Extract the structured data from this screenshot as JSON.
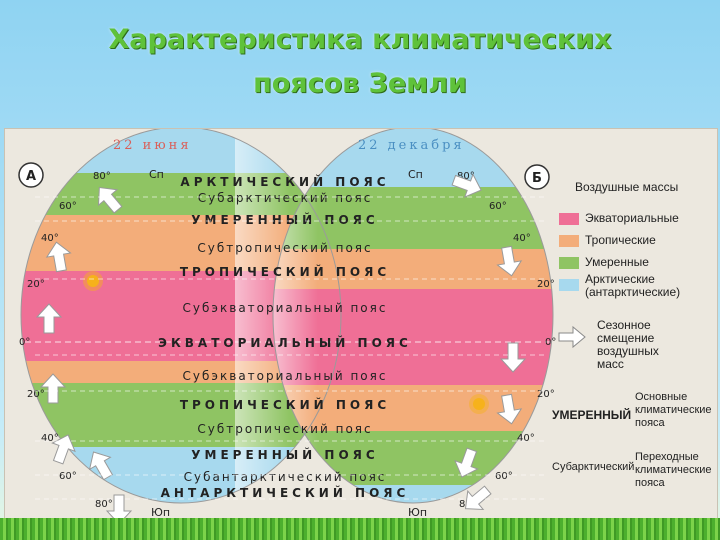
{
  "title": {
    "line1": "Характеристика климатических",
    "line2": "поясов Земли"
  },
  "dates": {
    "left": "22 июня",
    "right": "22 декабря"
  },
  "hemisphere_labels": {
    "left": "А",
    "right": "Б"
  },
  "poles": {
    "north": "Сп",
    "south": "Юп"
  },
  "latitudes": [
    "80°",
    "60°",
    "40°",
    "20°",
    "0°",
    "20°",
    "40°",
    "60°",
    "80°"
  ],
  "belts": [
    {
      "text": "АРКТИЧЕСКИЙ ПОЯС",
      "kind": "main"
    },
    {
      "text": "Субарктический пояс",
      "kind": "transitional"
    },
    {
      "text": "УМЕРЕННЫЙ ПОЯС",
      "kind": "main"
    },
    {
      "text": "Субтропический пояс",
      "kind": "transitional"
    },
    {
      "text": "ТРОПИЧЕСКИЙ ПОЯС",
      "kind": "main"
    },
    {
      "text": "Субэкваториальный пояс",
      "kind": "transitional"
    },
    {
      "text": "ЭКВАТОРИАЛЬНЫЙ ПОЯС",
      "kind": "main"
    },
    {
      "text": "Субэкваториальный пояс",
      "kind": "transitional"
    },
    {
      "text": "ТРОПИЧЕСКИЙ ПОЯС",
      "kind": "main"
    },
    {
      "text": "Субтропический пояс",
      "kind": "transitional"
    },
    {
      "text": "УМЕРЕННЫЙ ПОЯС",
      "kind": "main"
    },
    {
      "text": "Субантарктический пояс",
      "kind": "transitional"
    },
    {
      "text": "АНТАРКТИЧЕСКИЙ ПОЯС",
      "kind": "main"
    }
  ],
  "colors": {
    "equatorial": "#ef6f96",
    "tropical": "#f3ad7a",
    "temperate": "#8fc463",
    "arctic": "#a7d9ee",
    "sun": "#f6b21b",
    "arrow": "#ffffff"
  },
  "legend": {
    "title": "Воздушные массы",
    "masses": [
      {
        "label": "Экваториальные",
        "color": "#ef6f96"
      },
      {
        "label": "Тропические",
        "color": "#f3ad7a"
      },
      {
        "label": "Умеренные",
        "color": "#8fc463"
      },
      {
        "label": "Арктические (антарктические)",
        "color": "#a7d9ee"
      }
    ],
    "shift_label": "Сезонное смещение воздушных масс",
    "main_sample": "УМЕРЕННЫЙ",
    "main_label": "Основные климатические пояса",
    "transitional_sample": "Субарктический",
    "transitional_label": "Переходные климатические пояса"
  }
}
